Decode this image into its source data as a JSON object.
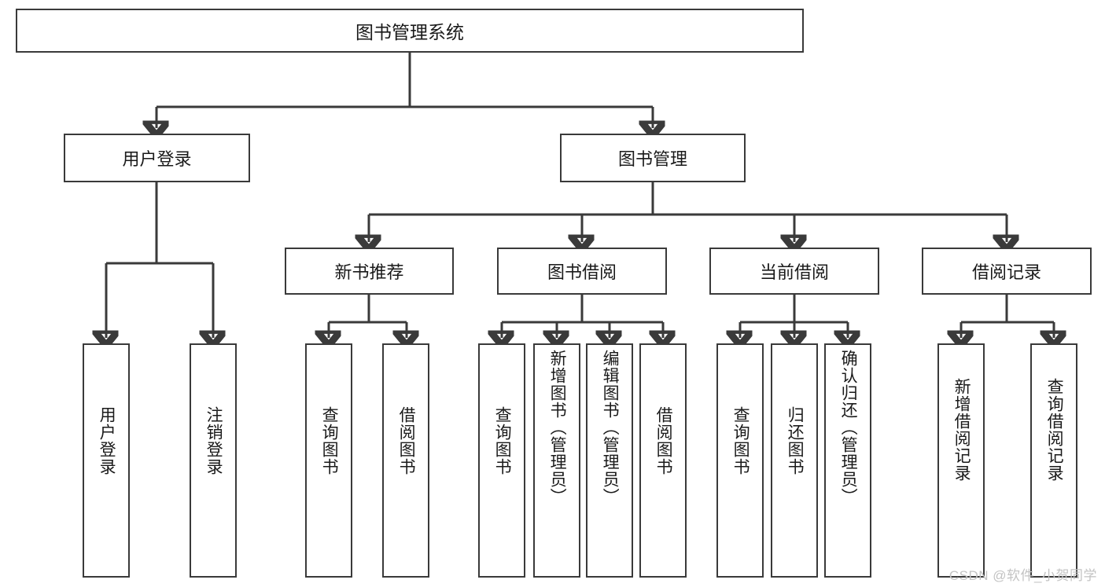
{
  "diagram": {
    "title": "图书管理系统",
    "type": "hierarchy-tree",
    "watermark": "CSDN @软件_小贺同学",
    "colors": {
      "box_border": "#3a3a3a",
      "box_fill": "#ffffff",
      "line": "#3a3a3a",
      "text": "#1a1a1a",
      "watermark": "#c3c3c3"
    },
    "root": {
      "label": "图书管理系统"
    },
    "level2": [
      {
        "label": "用户登录"
      },
      {
        "label": "图书管理"
      }
    ],
    "level3": [
      {
        "label": "新书推荐"
      },
      {
        "label": "图书借阅"
      },
      {
        "label": "当前借阅"
      },
      {
        "label": "借阅记录"
      }
    ],
    "leaves": {
      "user_login": [
        {
          "label": "用户登录"
        },
        {
          "label": "注销登录"
        }
      ],
      "new_book_recommend": [
        {
          "label": "查询图书"
        },
        {
          "label": "借阅图书"
        }
      ],
      "book_borrow": [
        {
          "label": "查询图书"
        },
        {
          "label": "新增图书（管理员）"
        },
        {
          "label": "编辑图书（管理员）"
        },
        {
          "label": "借阅图书"
        }
      ],
      "current_borrow": [
        {
          "label": "查询图书"
        },
        {
          "label": "归还图书"
        },
        {
          "label": "确认归还（管理员）"
        }
      ],
      "borrow_record": [
        {
          "label": "新增借阅记录"
        },
        {
          "label": "查询借阅记录"
        }
      ]
    }
  }
}
